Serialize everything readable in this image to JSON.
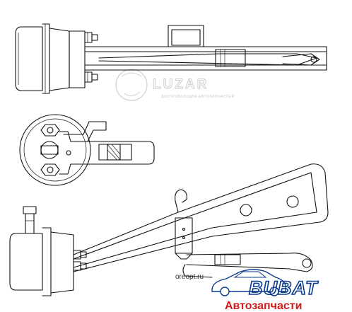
{
  "watermark": {
    "brand": "LUZAR",
    "tagline": "ДИСТРИБЬЮЦИЯ АВТОЗАПЧАСТЕЙ"
  },
  "corner_logo": {
    "domain": "oreopt.ru",
    "brand": "BUBAT",
    "subtitle": "Автозапчасти",
    "colors": {
      "brand": "#0a3a8c",
      "subtitle": "#d21a1a"
    }
  },
  "views": [
    "top-view",
    "front-view",
    "side-view"
  ]
}
